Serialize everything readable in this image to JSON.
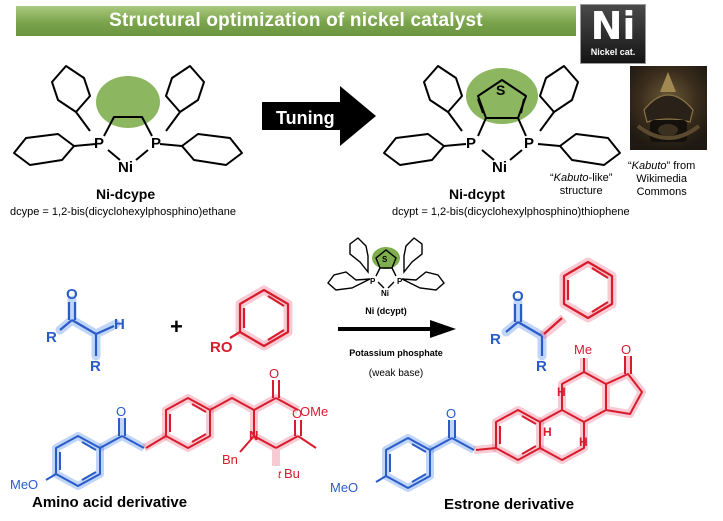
{
  "header": {
    "title": "Structural optimization of nickel catalyst"
  },
  "ni_logo": {
    "symbol": "Ni",
    "caption": "Nickel cat."
  },
  "top": {
    "left_name": "Ni-dcype",
    "left_def": "dcype = 1,2-bis(dicyclohexylphosphino)ethane",
    "arrow_label": "Tuning",
    "right_name": "Ni-dcypt",
    "right_def": "dcypt = 1,2-bis(dicyclohexylphosphino)thiophene",
    "kabuto_note": {
      "word": "Kabuto",
      "line1_rest": "-like”",
      "line2": "structure"
    },
    "photo_note": {
      "word": "Kabuto",
      "line1_rest": "” from",
      "line2": "Wikimedia",
      "line3": "Commons"
    }
  },
  "atoms": {
    "P": "P",
    "Ni": "Ni",
    "S": "S",
    "O": "O",
    "H": "H",
    "R": "R",
    "N": "N",
    "Me": "Me"
  },
  "reaction": {
    "plus": "+",
    "aryl_ether_group": "RO",
    "catalyst": "Ni (dcypt)",
    "base": "Potassium phosphate",
    "base_note": "(weak base)"
  },
  "examples": {
    "amino_acid": "Amino acid derivative",
    "estrone": "Estrone derivative",
    "meo": "MeO",
    "ome": "OMe",
    "bn": "Bn",
    "tbu_t": "t",
    "tbu_rest": "Bu"
  },
  "colors": {
    "banner": "#7aa44c",
    "highlight_green": "#7fae4e",
    "blue": "#2a5cc8",
    "red": "#d81c2c"
  }
}
